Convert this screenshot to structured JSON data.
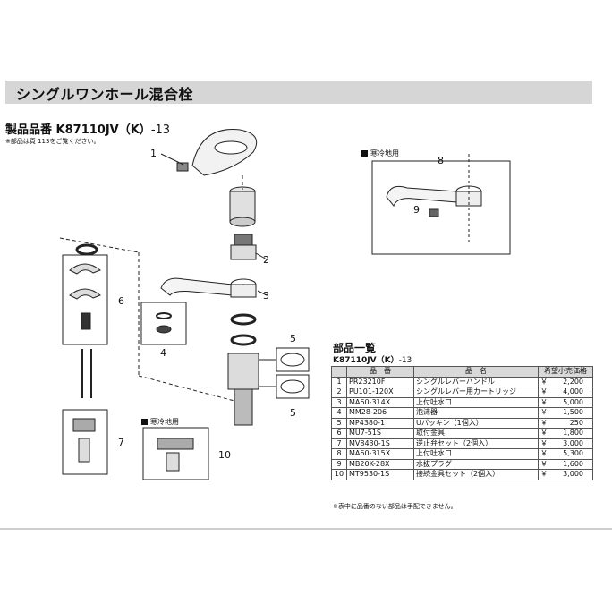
{
  "header": {
    "title": "シングルワンホール混合栓"
  },
  "product": {
    "label": "製品品番 K87110JV（K）",
    "suffix": "-13",
    "note": "※部品は頁 113をご覧ください。"
  },
  "diagram": {
    "callouts": [
      "1",
      "2",
      "3",
      "4",
      "5",
      "5",
      "6",
      "7",
      "8",
      "9",
      "10"
    ],
    "cold_region_label": "寒冷地用",
    "cold_region_label_2": "寒冷地用"
  },
  "parts_list": {
    "title": "部品一覧",
    "product_code": "K87110JV（K）",
    "product_suffix": "-13",
    "headers": {
      "no": "",
      "code": "品　番",
      "name": "品　名",
      "price": "希望小売価格"
    },
    "rows": [
      {
        "no": "1",
        "code": "PR23210F",
        "name": "シングルレバーハンドル",
        "yen": "￥",
        "price": "2,200"
      },
      {
        "no": "2",
        "code": "PU101-120X",
        "name": "シングルレバー用カートリッジ",
        "yen": "￥",
        "price": "4,000"
      },
      {
        "no": "3",
        "code": "MA60-314X",
        "name": "上付吐水口",
        "yen": "￥",
        "price": "5,000"
      },
      {
        "no": "4",
        "code": "MM28-206",
        "name": "泡沫器",
        "yen": "￥",
        "price": "1,500"
      },
      {
        "no": "5",
        "code": "MP4380-1",
        "name": "Uパッキン（1個入）",
        "yen": "￥",
        "price": "250"
      },
      {
        "no": "6",
        "code": "MU7-51S",
        "name": "取付金具",
        "yen": "￥",
        "price": "1,800"
      },
      {
        "no": "7",
        "code": "MV8430-1S",
        "name": "逆止弁セット（2個入）",
        "yen": "￥",
        "price": "3,000"
      },
      {
        "no": "8",
        "code": "MA60-315X",
        "name": "上付吐水口",
        "yen": "￥",
        "price": "5,300"
      },
      {
        "no": "9",
        "code": "MB20K-28X",
        "name": "水抜プラグ",
        "yen": "￥",
        "price": "1,600"
      },
      {
        "no": "10",
        "code": "MT9530-1S",
        "name": "接続金具セット（2個入）",
        "yen": "￥",
        "price": "3,000"
      }
    ],
    "note": "※表中に品番のない部品は手配できません。"
  }
}
